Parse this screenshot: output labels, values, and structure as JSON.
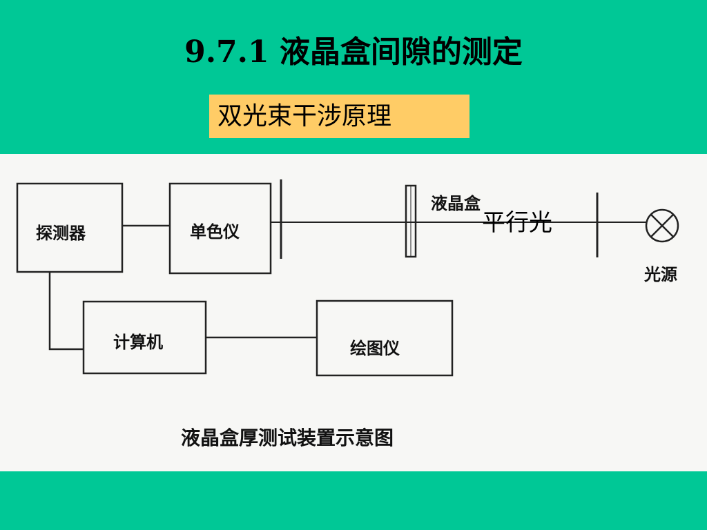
{
  "slide": {
    "title": "9.7.1 液晶盒间隙的测定",
    "subtitle": "双光束干涉原理"
  },
  "diagram": {
    "boxes": {
      "detector": "探测器",
      "monochromator": "单色仪",
      "computer": "计算机",
      "plotter": "绘图仪"
    },
    "lc_cell_label": "液晶盒",
    "light_source_label": "光源",
    "parallel_light_label": "平行光",
    "caption": "液晶盒厚测试装置示意图"
  },
  "colors": {
    "background": "#00c896",
    "highlight": "#ffcc66",
    "panel": "#f7f7f5"
  }
}
